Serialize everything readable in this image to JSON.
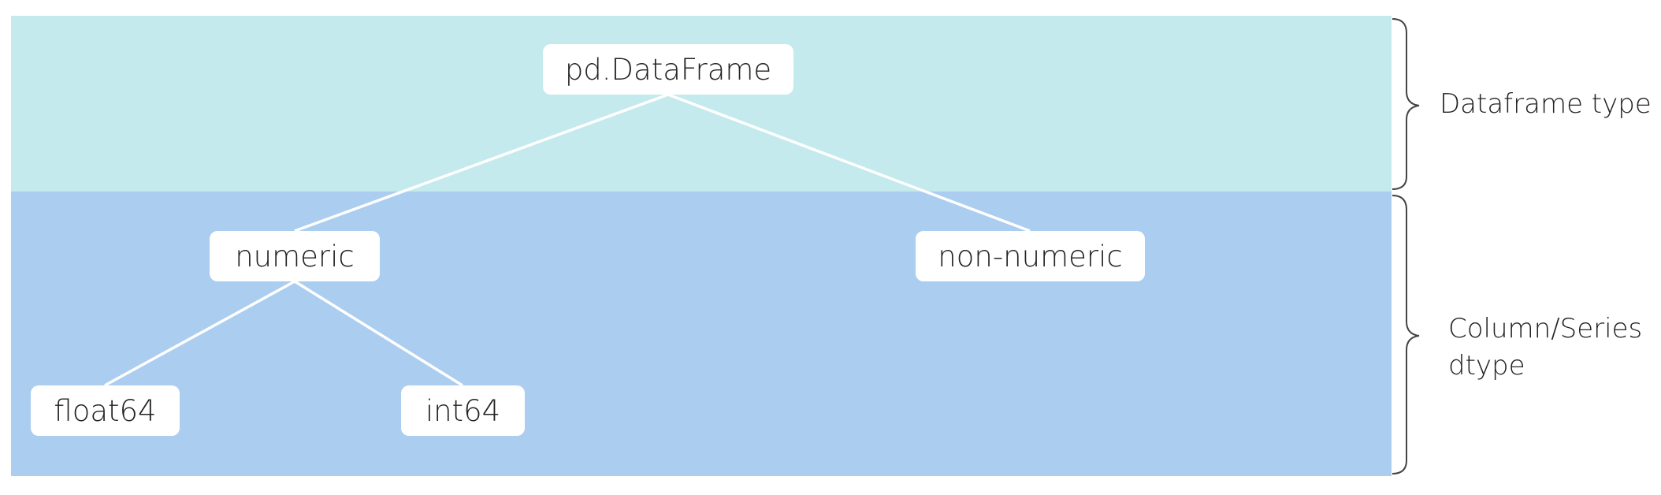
{
  "colors": {
    "top_band": "#c4eaed",
    "bottom_band": "#abcdf0",
    "node_background": "#ffffff",
    "connector": "#ffffff",
    "brace": "#444444",
    "text": "#222222"
  },
  "nodes": {
    "root": "pd.DataFrame",
    "numeric": "numeric",
    "non_numeric": "non-numeric",
    "float64": "float64",
    "int64": "int64"
  },
  "edges": [
    {
      "from": "root",
      "to": "numeric"
    },
    {
      "from": "root",
      "to": "non_numeric"
    },
    {
      "from": "numeric",
      "to": "float64"
    },
    {
      "from": "numeric",
      "to": "int64"
    }
  ],
  "side_labels": {
    "dataframe_type": "Dataframe type",
    "column_series_line1": "Column/Series",
    "column_series_line2": "dtype"
  }
}
